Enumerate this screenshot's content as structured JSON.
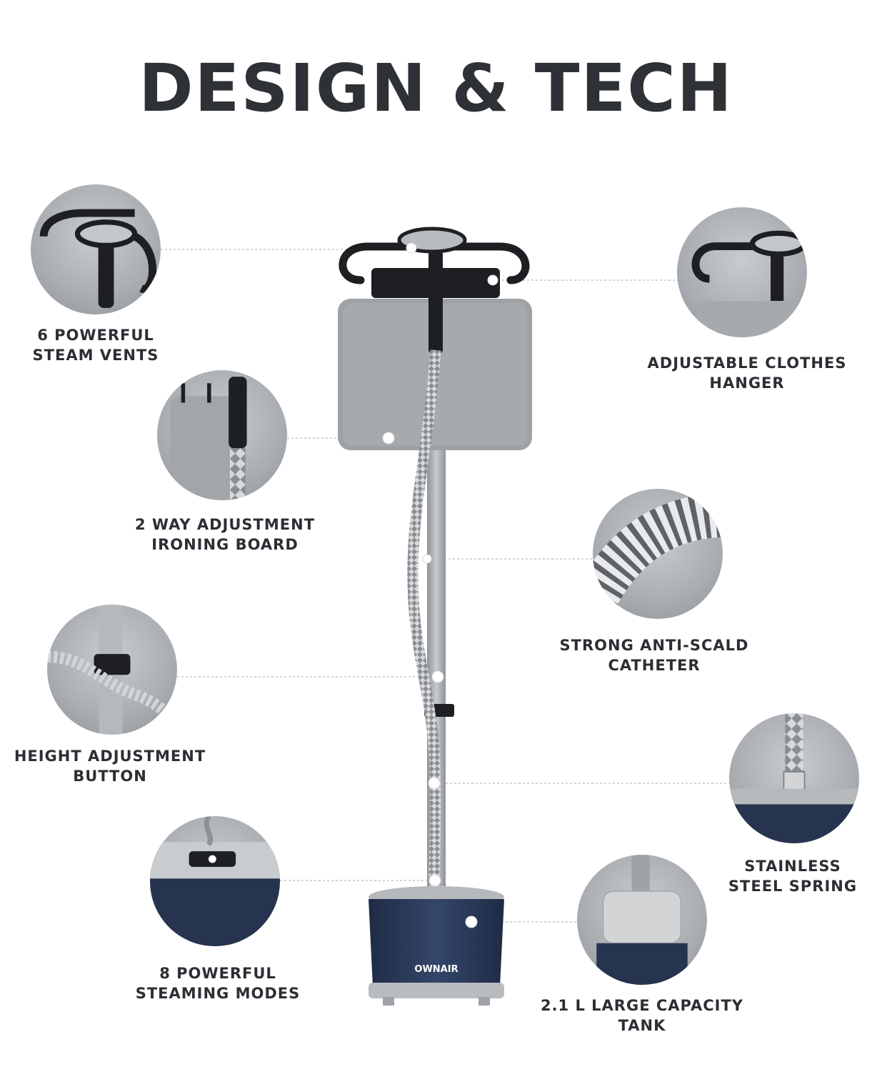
{
  "title": "DESIGN & TECH",
  "brand": "OWNAIR",
  "features": [
    {
      "id": "steam-vents",
      "line1": "6 POWERFUL",
      "line2": "STEAM VENTS"
    },
    {
      "id": "clothes-hanger",
      "line1": "ADJUSTABLE CLOTHES",
      "line2": "HANGER"
    },
    {
      "id": "ironing-board",
      "line1": "2 WAY ADJUSTMENT",
      "line2": "IRONING BOARD"
    },
    {
      "id": "anti-scald",
      "line1": "STRONG ANTI-SCALD",
      "line2": "CATHETER"
    },
    {
      "id": "height-button",
      "line1": "HEIGHT ADJUSTMENT",
      "line2": "BUTTON"
    },
    {
      "id": "steel-spring",
      "line1": "STAINLESS",
      "line2": "STEEL SPRING"
    },
    {
      "id": "steaming-modes",
      "line1": "8 POWERFUL",
      "line2": "STEAMING MODES"
    },
    {
      "id": "capacity-tank",
      "line1": "2.1 L LARGE CAPACITY",
      "line2": "TANK"
    }
  ],
  "colors": {
    "title": "#2e3136",
    "tank_navy": "#26344f",
    "board_gray": "#9fa2a5",
    "hanger_black": "#1d1f22"
  },
  "icons": [
    "steamer-head-icon",
    "hanger-icon",
    "board-icon",
    "hose-icon",
    "clip-icon",
    "spring-icon",
    "control-panel-icon",
    "tank-icon"
  ]
}
